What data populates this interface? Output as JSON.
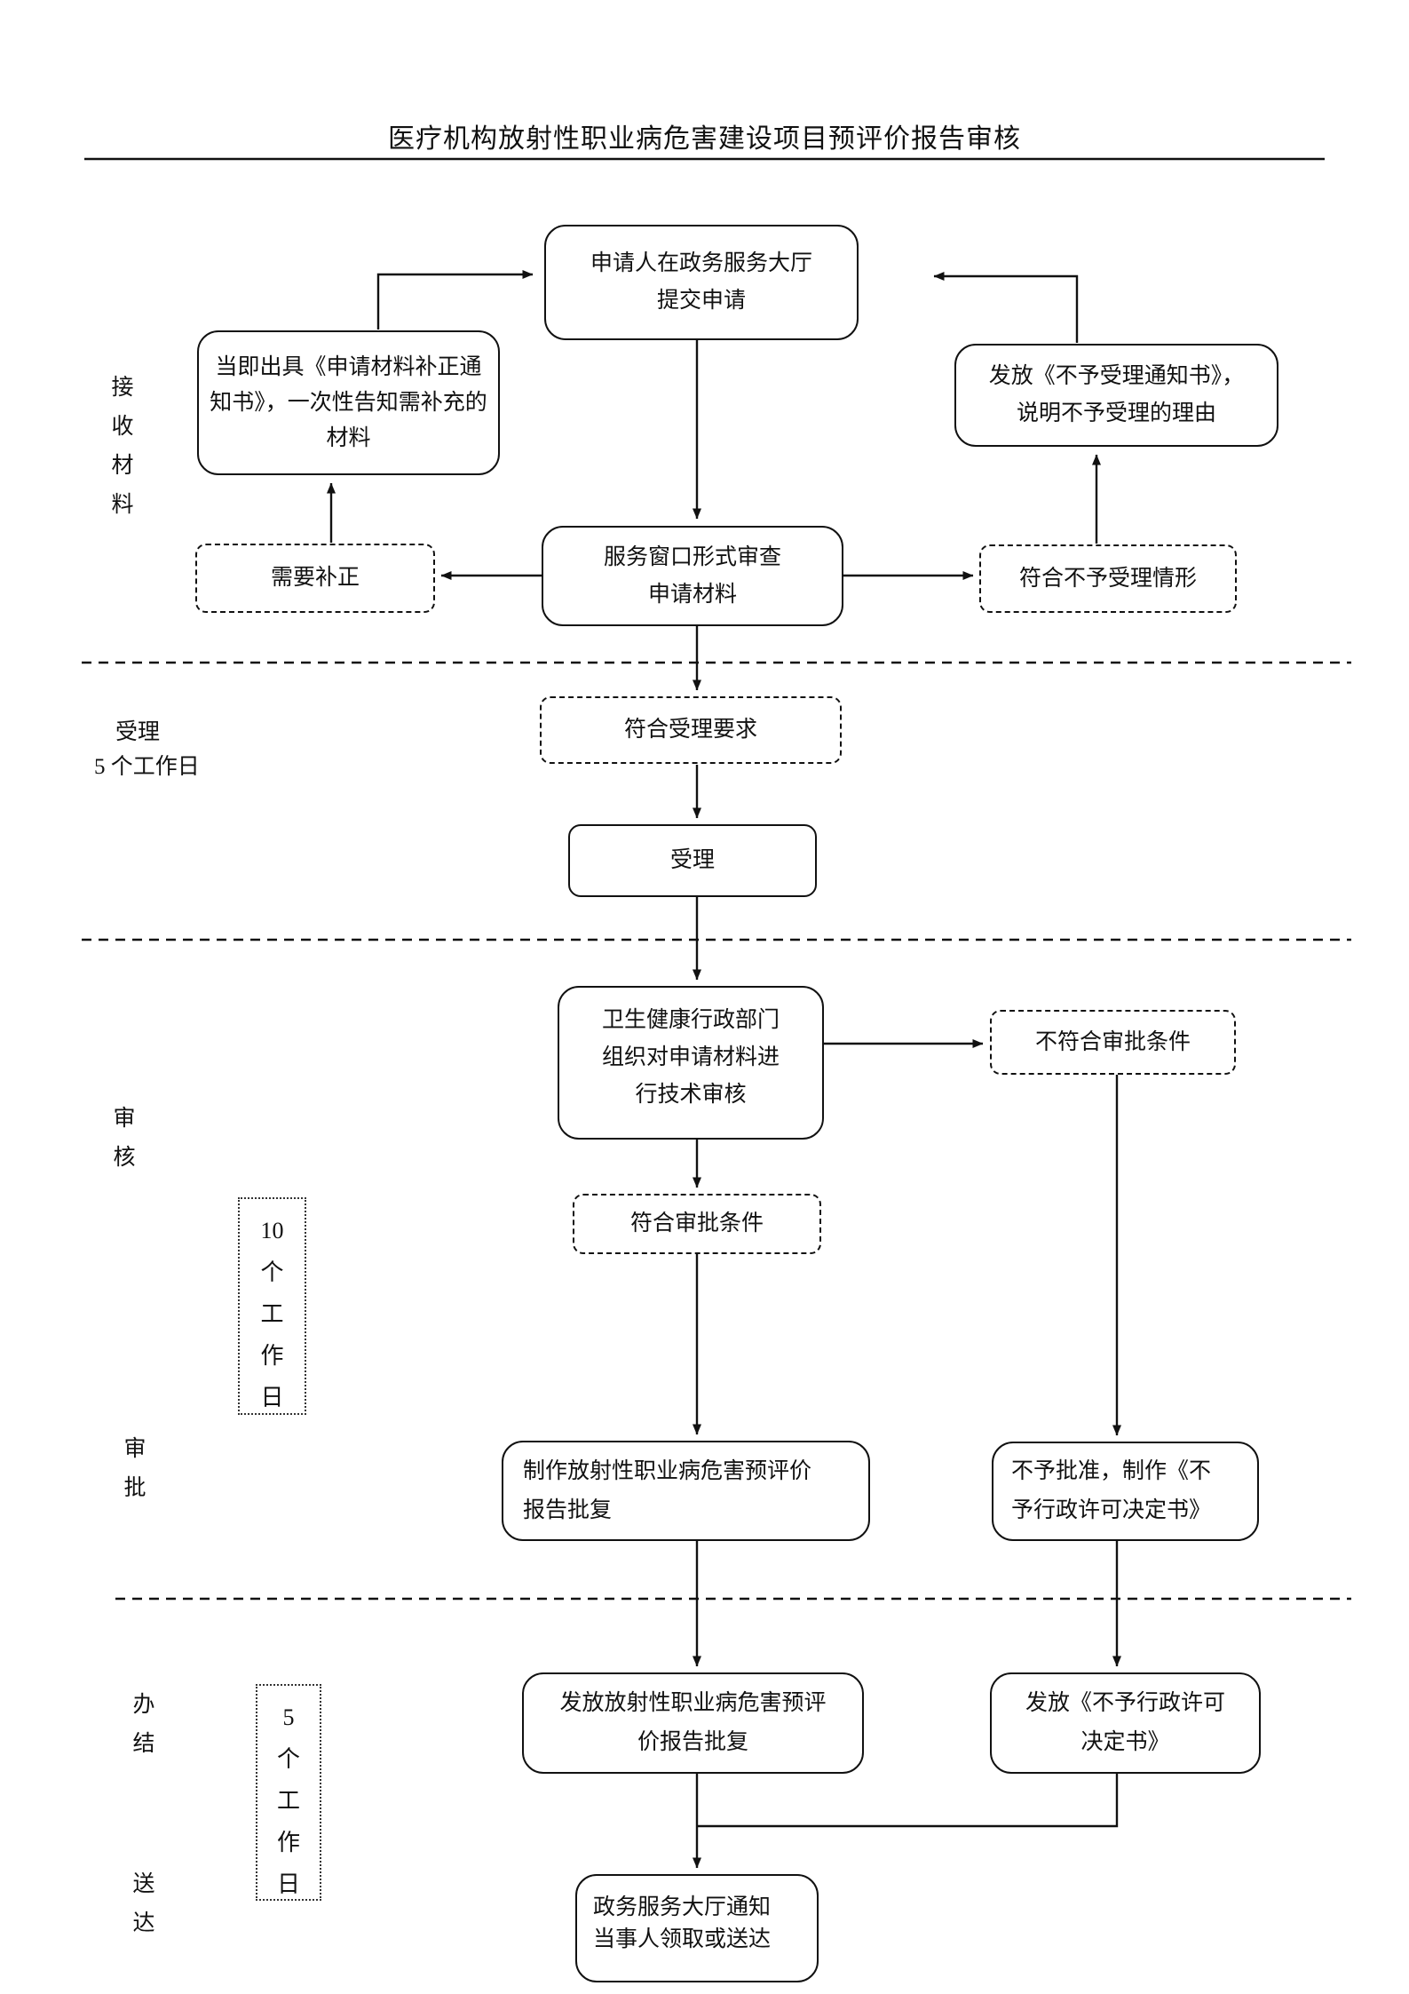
{
  "title": "医疗机构放射性职业病危害建设项目预评价报告审核",
  "nodes": {
    "submit": {
      "style": "solid",
      "lines": [
        "申请人在政务服务大厅",
        "提交申请"
      ]
    },
    "supplement_notice": {
      "style": "solid",
      "lines": [
        "当即出具《申请材料补正通",
        "知书》，一次性告知需补充的",
        "材料"
      ]
    },
    "reject_notice": {
      "style": "solid",
      "lines": [
        "发放《不予受理通知书》，",
        "说明不予受理的理由"
      ]
    },
    "need_supplement": {
      "style": "dashed",
      "lines": [
        "需要补正"
      ]
    },
    "window_review": {
      "style": "solid",
      "lines": [
        "服务窗口形式审查",
        "申请材料"
      ]
    },
    "reject_case": {
      "style": "dashed",
      "lines": [
        "符合不予受理情形"
      ]
    },
    "meet_accept": {
      "style": "dashed",
      "lines": [
        "符合受理要求"
      ]
    },
    "accept": {
      "style": "solid",
      "lines": [
        "受理"
      ]
    },
    "tech_review": {
      "style": "solid",
      "lines": [
        "卫生健康行政部门",
        "组织对申请材料进",
        "行技术审核"
      ]
    },
    "not_meet_approval": {
      "style": "dashed",
      "lines": [
        "不符合审批条件"
      ]
    },
    "meet_approval": {
      "style": "dashed",
      "lines": [
        "符合审批条件"
      ]
    },
    "make_approval": {
      "style": "solid",
      "lines": [
        "制作放射性职业病危害预评价",
        "报告批复"
      ]
    },
    "not_approve": {
      "style": "solid",
      "lines": [
        "不予批准，制作《不",
        "予行政许可决定书》"
      ]
    },
    "issue_approval": {
      "style": "solid",
      "lines": [
        "发放放射性职业病危害预评",
        "价报告批复"
      ]
    },
    "issue_denial": {
      "style": "solid",
      "lines": [
        "发放《不予行政许可",
        "决定书》"
      ]
    },
    "notify": {
      "style": "solid",
      "lines": [
        "政务服务大厅通知",
        "当事人领取或送达"
      ]
    }
  },
  "side": {
    "receive": [
      "接",
      "收",
      "材",
      "料"
    ],
    "accept": [
      "受理",
      "5 个工作日"
    ],
    "review": [
      "审",
      "核"
    ],
    "review_days": [
      "10",
      "个",
      "工",
      "作",
      "日"
    ],
    "approve": [
      "审",
      "批"
    ],
    "finish": [
      "办",
      "结"
    ],
    "finish_days": [
      "5",
      "个",
      "工",
      "作",
      "日"
    ],
    "deliver": [
      "送",
      "达"
    ]
  }
}
